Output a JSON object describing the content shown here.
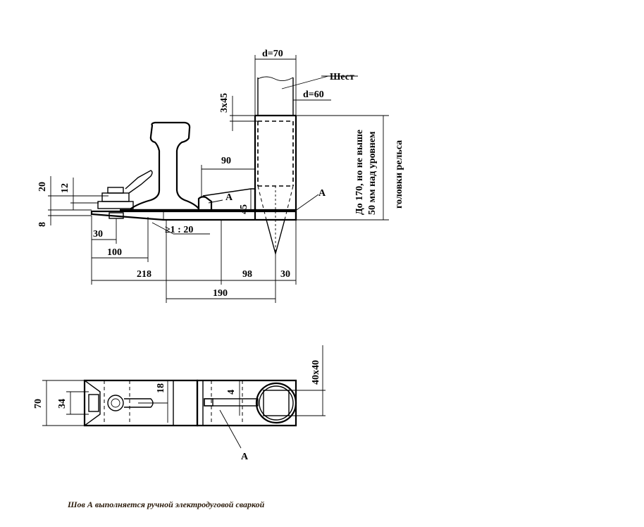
{
  "labels": {
    "pole_diameter": "d=70",
    "pole_name": "Шест",
    "inner_diameter": "d=60",
    "chamfer": "3x45",
    "height_note_line1": "До 170, но не выше",
    "height_note_line2": "50 мм над уровнем",
    "height_note_line3": "головки рельса",
    "dim_90": "90",
    "dim_45": "45",
    "weld_a_1": "A",
    "weld_a_2": "A",
    "weld_a_3": "A",
    "dim_20": "20",
    "dim_12": "12",
    "dim_8": "8",
    "dim_30_left": "30",
    "slope": "≥1 : 20",
    "dim_100": "100",
    "dim_218": "218",
    "dim_98": "98",
    "dim_30_right": "30",
    "dim_190": "190",
    "dim_70": "70",
    "dim_34": "34",
    "dim_18": "18",
    "dim_4": "4",
    "dim_40x40": "40x40"
  },
  "footnote": "Шов А выполняется ручной электродуговой сваркой",
  "colors": {
    "line": "#000000",
    "footnote": "#2a1a0a",
    "background": "#ffffff"
  }
}
